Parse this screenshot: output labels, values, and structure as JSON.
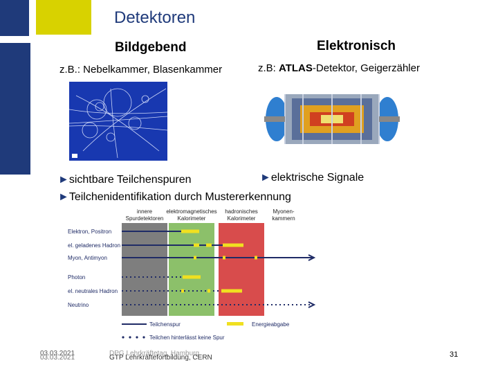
{
  "slide": {
    "title": "Detektoren",
    "left_heading": "Bildgebend",
    "right_heading": "Elektronisch",
    "left_example": "z.B.: Nebelkammer, Blasenkammer",
    "right_example_prefix": "z.B:",
    "right_example_bold": "ATLAS",
    "right_example_suffix": "-Detektor, Geigerzähler",
    "bullet_left": "sichtbare Teilchenspuren",
    "bullet_right": "elektrische Signale",
    "bullet_bottom": "Teilchenidentifikation durch Mustererkennung",
    "bullet_symbol": "►"
  },
  "diagram": {
    "columns": [
      "innere Spurdetektoren",
      "elektromagnetisches Kalorimeter",
      "hadronisches Kalorimeter",
      "Myonen-kammern"
    ],
    "column_lines": [
      [
        "innere",
        "Spurdetektoren"
      ],
      [
        "elektromagnetisches",
        "Kalorimeter"
      ],
      [
        "hadronisches",
        "Kalorimeter"
      ],
      [
        "Myonen-",
        "kammern"
      ]
    ],
    "rows": [
      "Elektron, Positron",
      "el. geladenes Hadron",
      "Myon, Antimyon",
      "Photon",
      "el. neutrales Hadron",
      "Neutrino"
    ],
    "legend": {
      "track": "Teilchenspur",
      "energy": "Energieabgabe",
      "no_track": "Teilchen hinterlässt keine Spur"
    }
  },
  "footer": {
    "date": "03.03.2021",
    "date_overlay": "03.03.2021",
    "event_back": "DPG Lehrkräftetag, Hamburg",
    "event_front": "GTP Lehrkräftefortbildung, CERN",
    "page_number": "31"
  }
}
